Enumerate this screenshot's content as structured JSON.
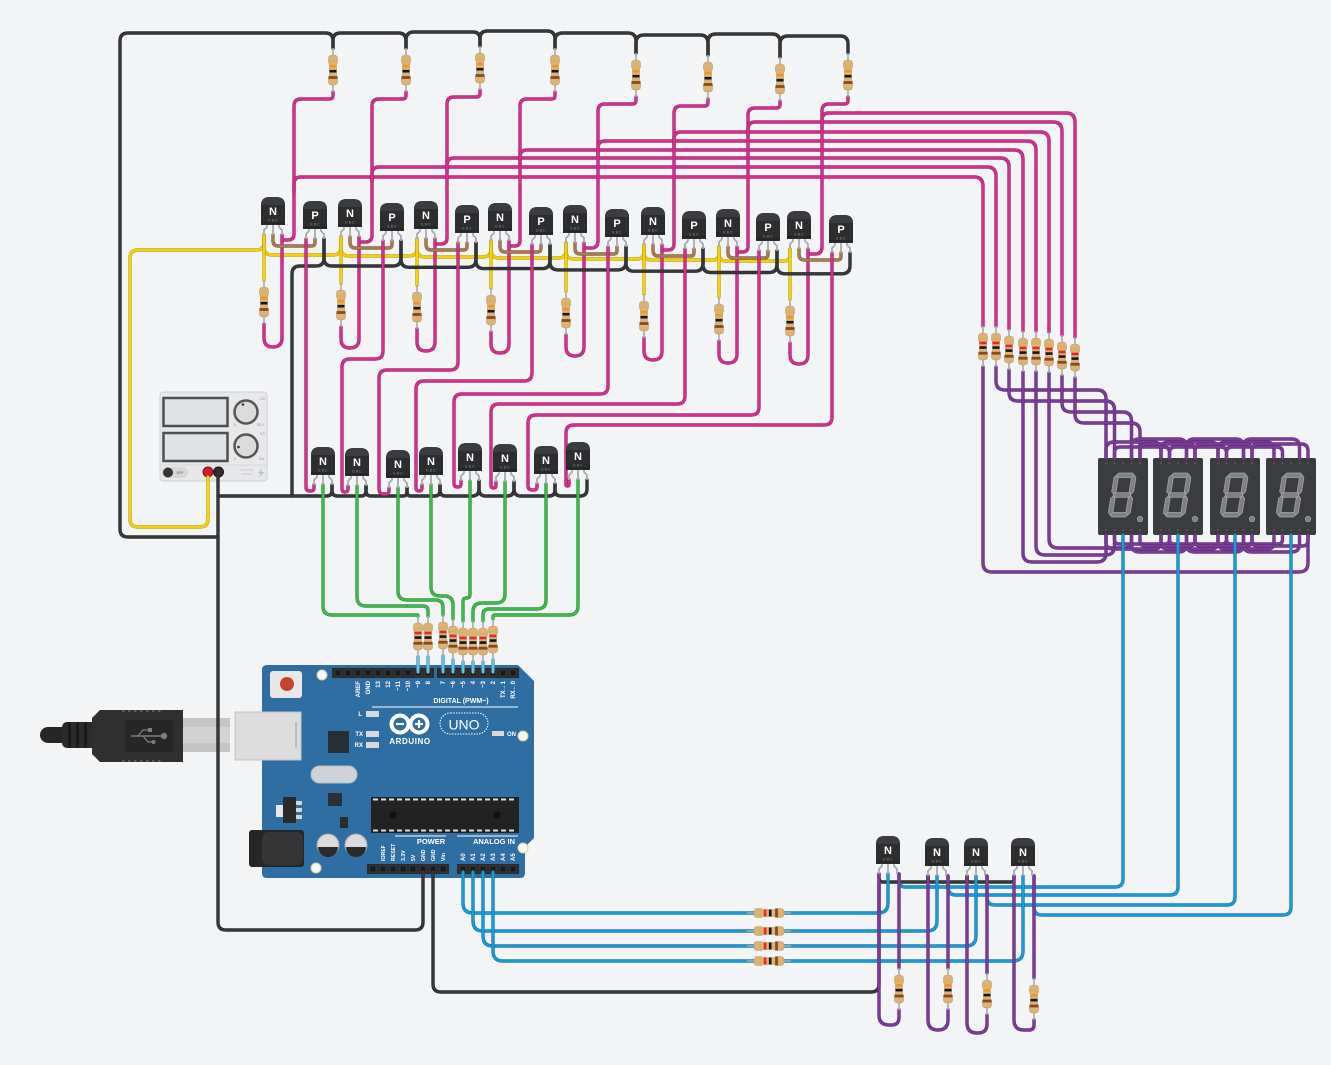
{
  "canvas": {
    "background": "#f3f4f6"
  },
  "wire_colors": {
    "magenta": "#d1308d",
    "yellow": "#f5d10d",
    "brown": "#a97b50",
    "black": "#363739",
    "green": "#3fb84c",
    "blue": "#1d9ad6",
    "light_blue": "#66c2e2",
    "purple": "#7b3b98"
  },
  "transistors": {
    "pin_labels": "E B C",
    "top_row": [
      "N",
      "P",
      "N",
      "P",
      "N",
      "P",
      "N",
      "P",
      "N",
      "P",
      "N",
      "P",
      "N",
      "P",
      "N",
      "P"
    ],
    "middle_row": [
      "N",
      "N",
      "N",
      "N",
      "N",
      "N",
      "N",
      "N"
    ],
    "bottom_row": [
      "N",
      "N",
      "N",
      "N"
    ]
  },
  "resistor_bands": {
    "top_row": [
      "#d8b24a",
      "#f7941d",
      "#151515",
      "#8b4a1e"
    ],
    "middle_row": [
      "#d8b24a",
      "#f7941d",
      "#151515",
      "#8b4a1e"
    ],
    "digital_pin_row": [
      "#d8b24a",
      "#e8262a",
      "#151515",
      "#8b4a1e"
    ],
    "display_segment_row": [
      "#d8b24a",
      "#e8262a",
      "#151515",
      "#8b4a1e"
    ],
    "analog_input_row": [
      "#d8b24a",
      "#e8262a",
      "#151515",
      "#8b4a1e"
    ],
    "bottom_row": [
      "#d8b24a",
      "#f7941d",
      "#151515",
      "#8b4a1e"
    ]
  },
  "arduino": {
    "brand": "ARDUINO",
    "model": "UNO",
    "digital_header_label": "DIGITAL (PWM~)",
    "digital_pins_left": [
      "AREF",
      "GND",
      "13",
      "12",
      "~11",
      "~10",
      "~9",
      "8"
    ],
    "digital_pins_right": [
      "7",
      "~6",
      "~5",
      "4",
      "~3",
      "2",
      "TX→1",
      "RX←0"
    ],
    "power_header_label": "POWER",
    "power_pins": [
      "IOREF",
      "RESET",
      "3.3V",
      "5V",
      "GND",
      "GND",
      "Vin"
    ],
    "analog_header_label": "ANALOG IN",
    "analog_pins": [
      "A0",
      "A1",
      "A2",
      "A3",
      "A4",
      "A5"
    ],
    "led_labels": {
      "l": "L",
      "tx": "TX",
      "rx": "RX",
      "on": "ON"
    },
    "board_color": "#2e6ea3",
    "reset_button_color": "#c4452b"
  },
  "power_supply": {
    "switch_label": "OFF",
    "voltage_mode": "CV",
    "voltage_min": "0",
    "voltage_max": "30 V",
    "current_mode": "CC",
    "current_min": "0",
    "current_max": "5 A",
    "brand_label": [
      "VOLTAGE",
      "SUPPLY"
    ],
    "terminal_colors": {
      "positive": "#cc1f2e",
      "negative": "#2f2f2f"
    }
  },
  "seven_segment_displays": {
    "count": 4,
    "state": "off",
    "segment_color": "#7f8083",
    "body_color": "#3b3c3e"
  }
}
